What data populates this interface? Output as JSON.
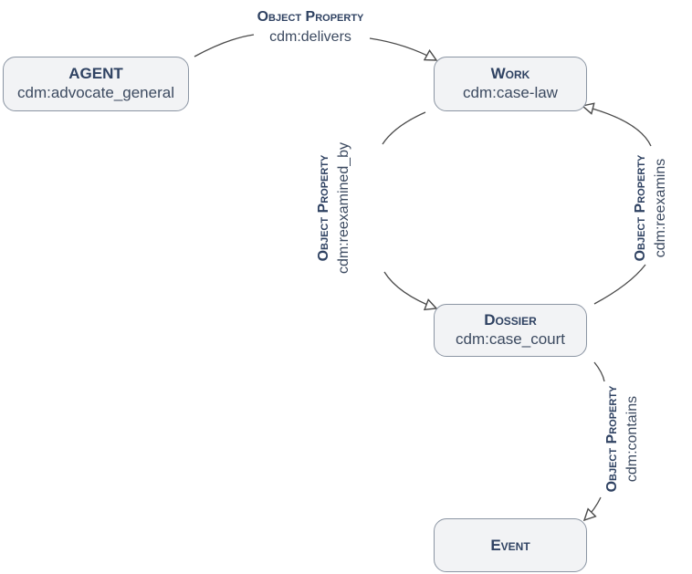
{
  "nodes": {
    "agent": {
      "type": "AGENT",
      "name": "cdm:advocate_general"
    },
    "work": {
      "type": "Work",
      "name": "cdm:case-law"
    },
    "dossier": {
      "type": "Dossier",
      "name": "cdm:case_court"
    },
    "event": {
      "type": "Event",
      "name": ""
    }
  },
  "edges": {
    "delivers": {
      "kind": "Object Property",
      "name": "cdm:delivers"
    },
    "reexamined_by": {
      "kind": "Object Property",
      "name": "cdm:reexamined_by"
    },
    "reexamins": {
      "kind": "Object Property",
      "name": "cdm:reexamins"
    },
    "contains": {
      "kind": "Object Property",
      "name": "cdm:contains"
    }
  },
  "colors": {
    "node_fill": "#f2f3f5",
    "node_border": "#8b95a3",
    "line": "#4a4a4a",
    "title_text": "#2f4262"
  }
}
